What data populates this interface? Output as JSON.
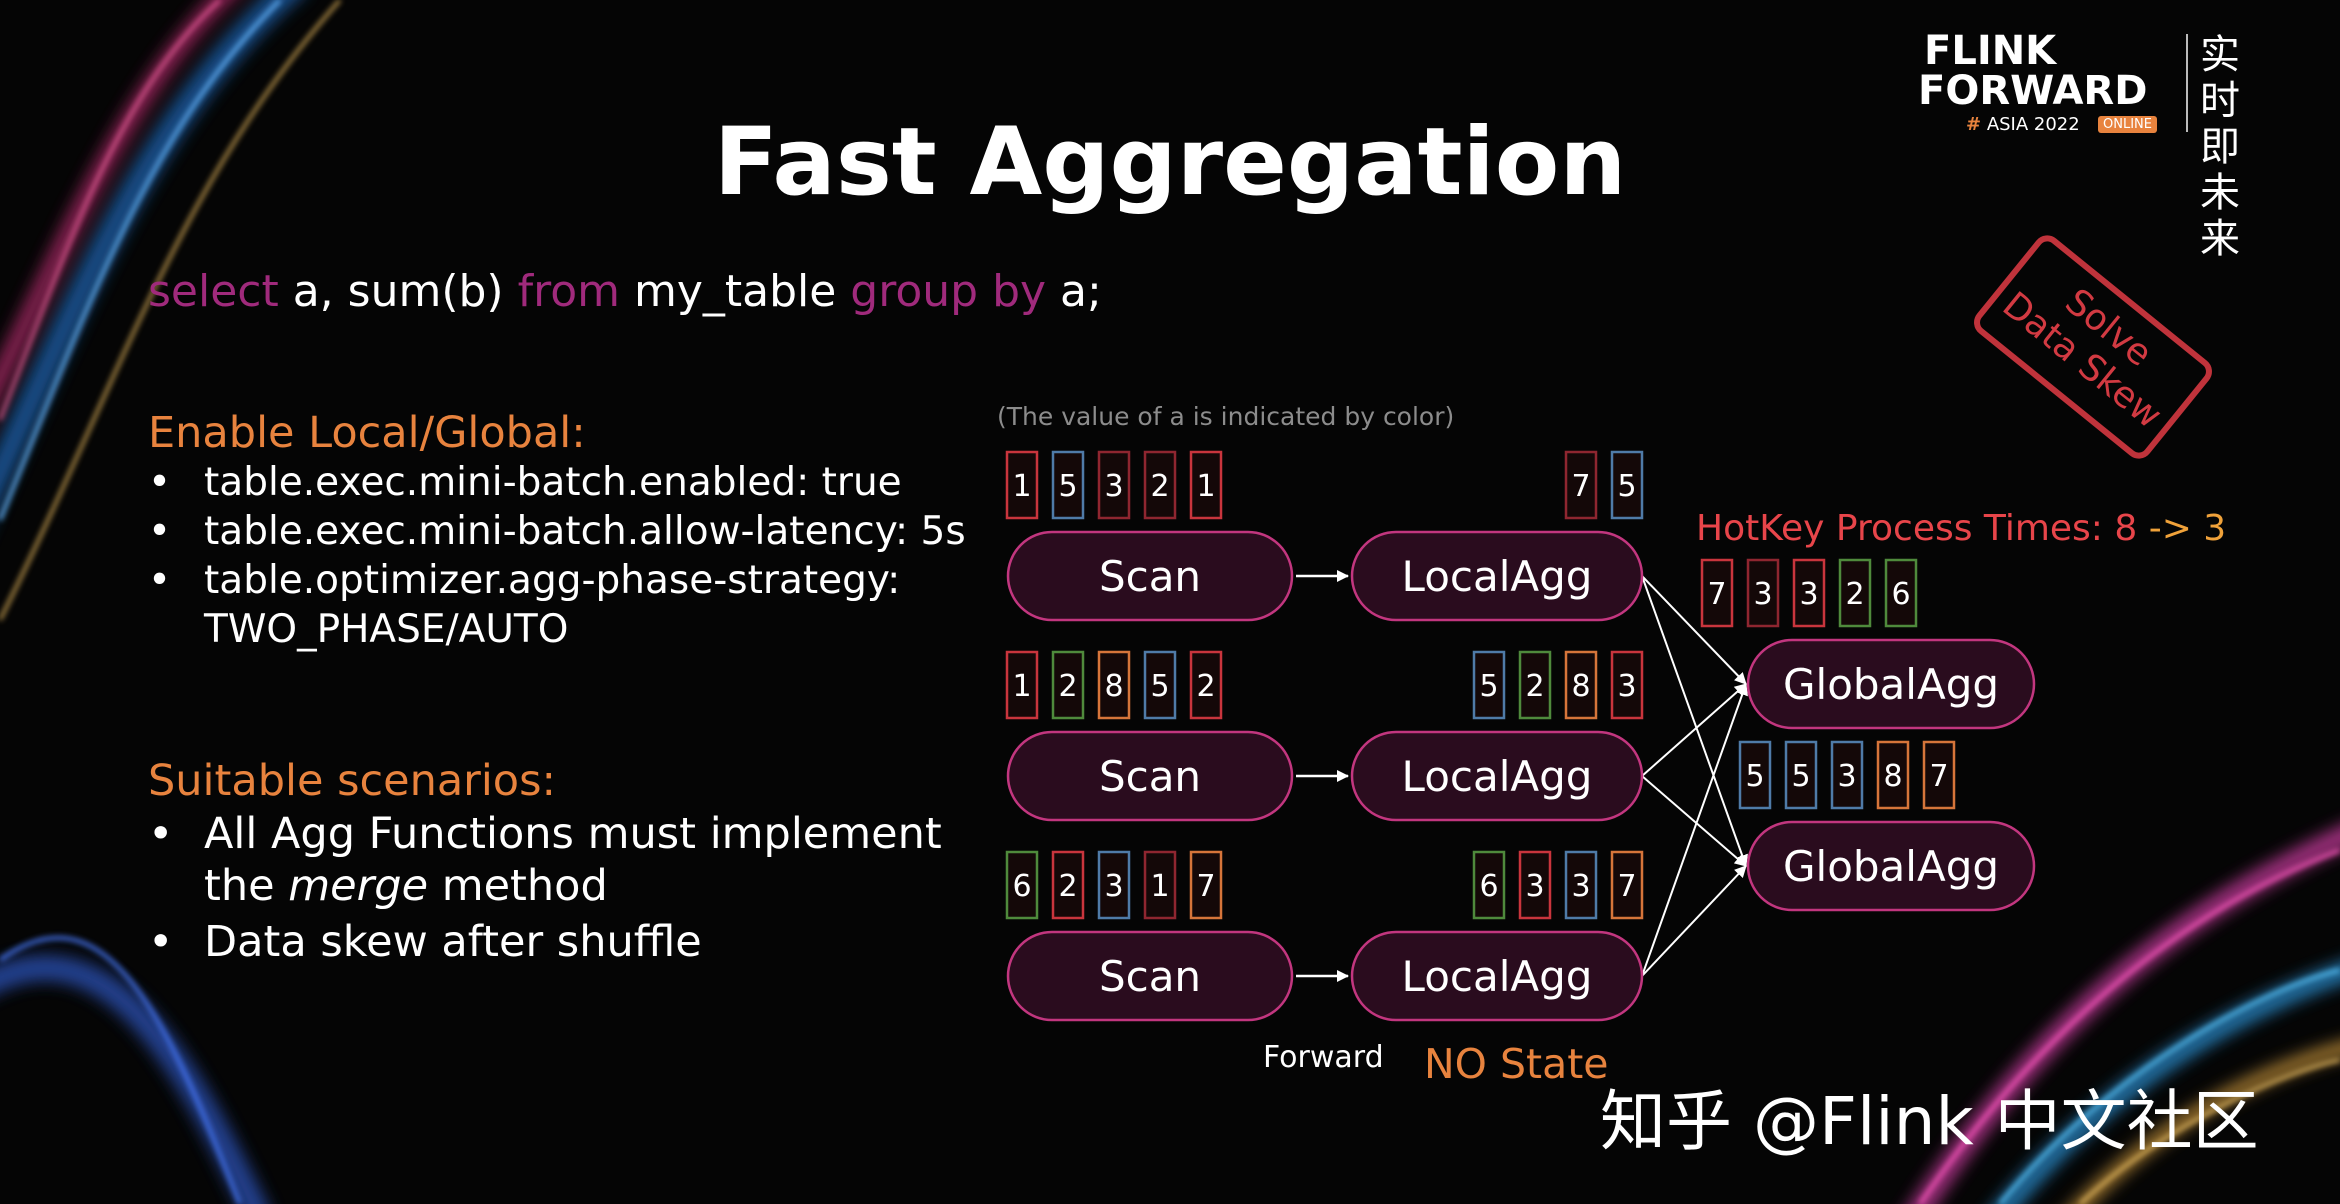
{
  "title": "Fast Aggregation",
  "sql": {
    "select_kw": "select",
    "part1": " a, sum(b) ",
    "from_kw": "from",
    "part2": " my_table ",
    "groupby_kw": "group by",
    "part3": " a;"
  },
  "enable": {
    "heading": "Enable Local/Global:",
    "items": [
      "table.exec.mini-batch.enabled: true",
      "table.exec.mini-batch.allow-latency: 5s",
      "table.optimizer.agg-phase-strategy:"
    ],
    "item3_cont": "TWO_PHASE/AUTO"
  },
  "scenarios": {
    "heading": "Suitable scenarios:",
    "item1_line1": "All Agg Functions must implement",
    "item1_pre": "the ",
    "item1_em": "merge",
    "item1_post": " method",
    "item2": "Data skew after shuffle"
  },
  "diagram": {
    "note": "(The value of a is indicated by color)",
    "scan_label": "Scan",
    "local_label": "LocalAgg",
    "global_label": "GlobalAgg",
    "hotkey_label": "HotKey Process Times: 8",
    "hotkey_arrow": " -> 3",
    "forward_label": "Forward",
    "nostate_label": "NO State",
    "stamp_line1": "Solve",
    "stamp_line2": "Data Skew",
    "scan_rows": [
      [
        {
          "v": "1",
          "c": "red"
        },
        {
          "v": "5",
          "c": "blue"
        },
        {
          "v": "3",
          "c": "darkred"
        },
        {
          "v": "2",
          "c": "darkred"
        },
        {
          "v": "1",
          "c": "red"
        }
      ],
      [
        {
          "v": "1",
          "c": "red"
        },
        {
          "v": "2",
          "c": "green"
        },
        {
          "v": "8",
          "c": "orange"
        },
        {
          "v": "5",
          "c": "blue"
        },
        {
          "v": "2",
          "c": "red"
        }
      ],
      [
        {
          "v": "6",
          "c": "green"
        },
        {
          "v": "2",
          "c": "red"
        },
        {
          "v": "3",
          "c": "blue"
        },
        {
          "v": "1",
          "c": "darkred"
        },
        {
          "v": "7",
          "c": "orange"
        }
      ]
    ],
    "local_rows": [
      [
        {
          "v": "7",
          "c": "darkred"
        },
        {
          "v": "5",
          "c": "blue"
        }
      ],
      [
        {
          "v": "5",
          "c": "blue"
        },
        {
          "v": "2",
          "c": "green"
        },
        {
          "v": "8",
          "c": "orange"
        },
        {
          "v": "3",
          "c": "red"
        }
      ],
      [
        {
          "v": "6",
          "c": "green"
        },
        {
          "v": "3",
          "c": "red"
        },
        {
          "v": "3",
          "c": "blue"
        },
        {
          "v": "7",
          "c": "orange"
        }
      ]
    ],
    "global_rows": [
      [
        {
          "v": "7",
          "c": "red"
        },
        {
          "v": "3",
          "c": "darkred"
        },
        {
          "v": "3",
          "c": "red"
        },
        {
          "v": "2",
          "c": "green"
        },
        {
          "v": "6",
          "c": "green"
        }
      ],
      [
        {
          "v": "5",
          "c": "blue"
        },
        {
          "v": "5",
          "c": "blue"
        },
        {
          "v": "3",
          "c": "blue"
        },
        {
          "v": "8",
          "c": "orange"
        },
        {
          "v": "7",
          "c": "orange"
        }
      ]
    ],
    "colors": {
      "red": "#c9353d",
      "darkred": "#8f2630",
      "blue": "#4f7ba8",
      "green": "#4f8a3c",
      "orange": "#d6753a",
      "node_fill": "#2a0c1e",
      "node_stroke": "#c2367f"
    }
  },
  "logo": {
    "line1": "FLINK",
    "line2": "FORWARD",
    "hash": "#",
    "asia": " ASIA 2022",
    "online": "ONLINE",
    "cn": "实时即未来"
  },
  "watermark": "知乎 @Flink 中文社区"
}
